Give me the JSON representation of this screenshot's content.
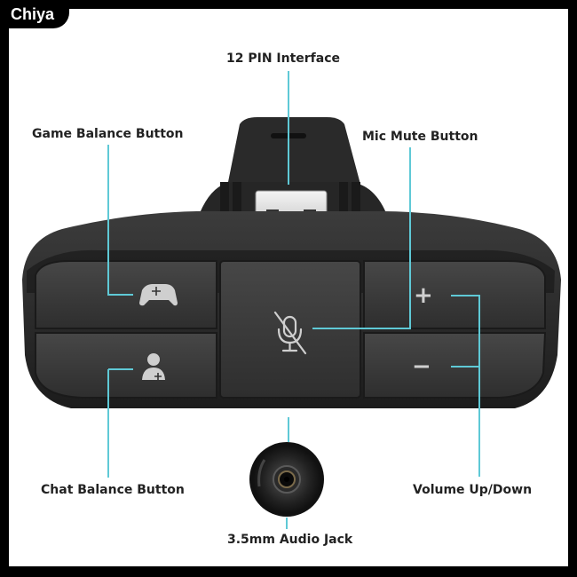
{
  "brand": {
    "name": "Chiya"
  },
  "labels": {
    "pin_interface": "12 PIN Interface",
    "game_balance": "Game Balance Button",
    "mic_mute": "Mic Mute Button",
    "chat_balance": "Chat Balance Button",
    "volume": "Volume Up/Down",
    "audio_jack": "3.5mm Audio Jack"
  },
  "buttons": {
    "plus_symbol": "+",
    "minus_symbol": "−"
  },
  "icons": [
    "controller-icon",
    "person-plus-icon",
    "mic-mute-icon",
    "audio-jack-icon"
  ],
  "colors": {
    "callout_line": "#5fc9d6",
    "device_body": "#2b2b2b",
    "button_face": "#3a3a3a",
    "frame": "#000000",
    "background": "#ffffff"
  }
}
